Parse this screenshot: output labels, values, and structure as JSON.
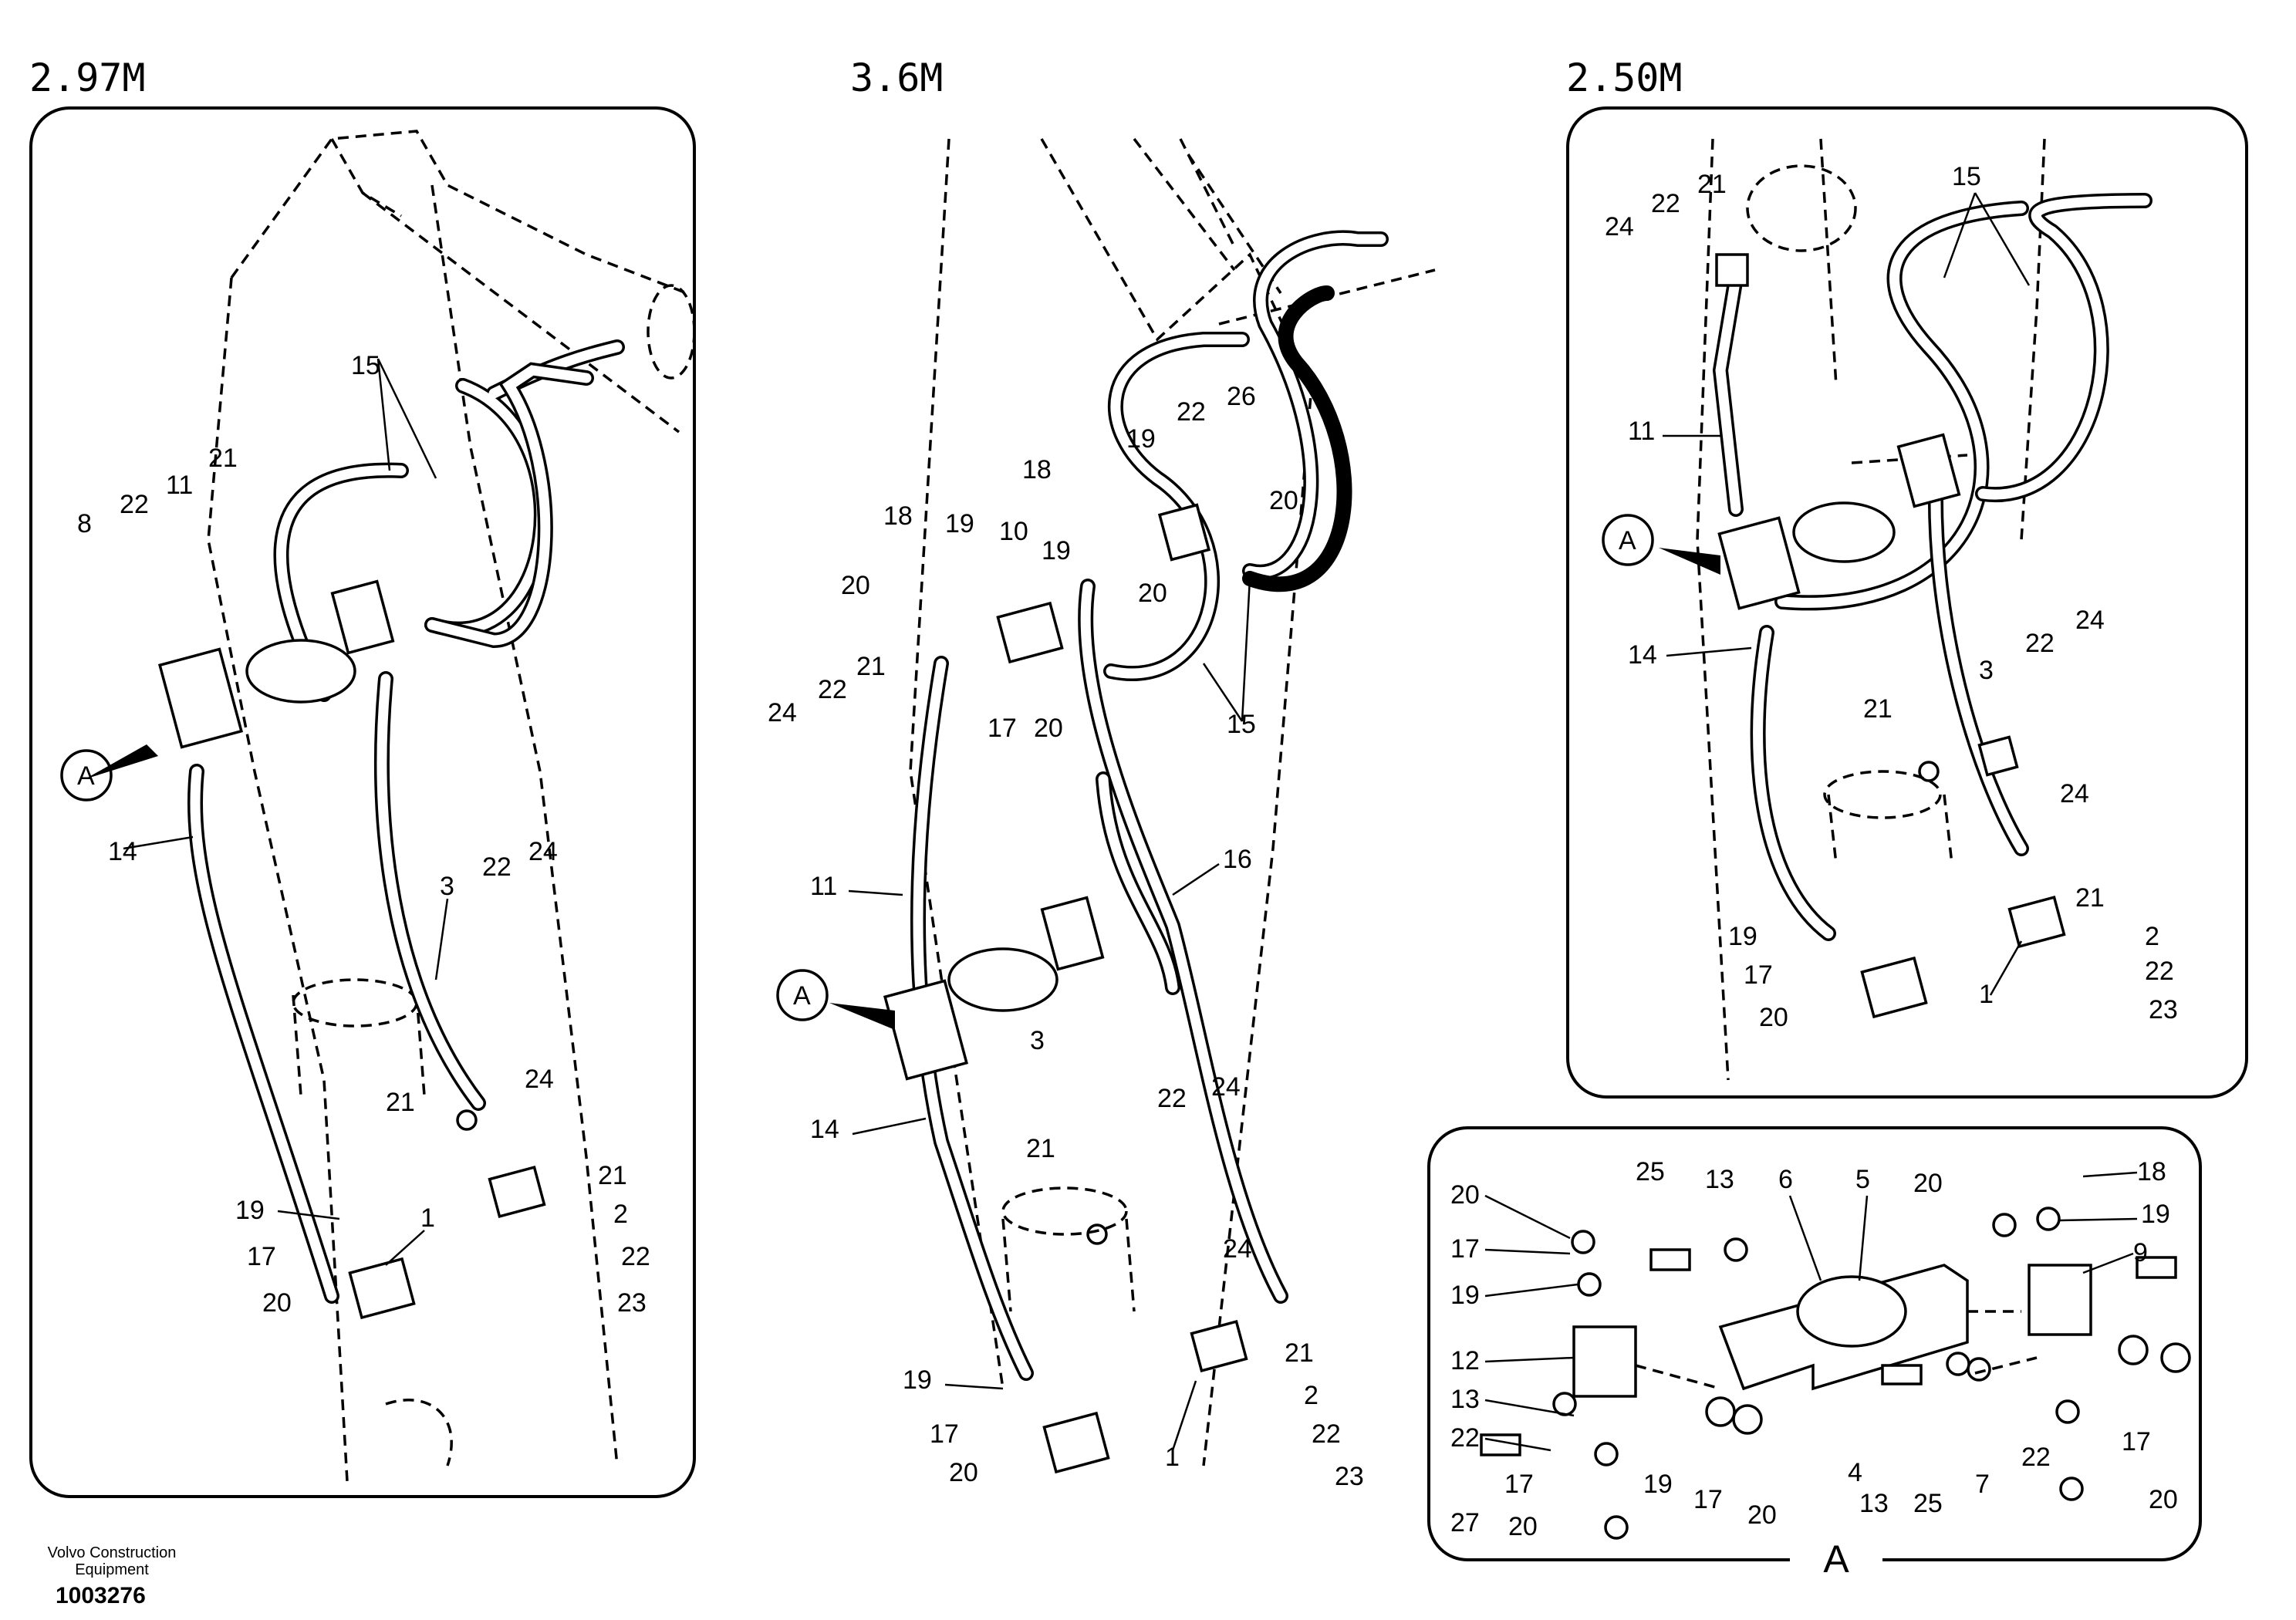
{
  "titles": {
    "left": "2.97M",
    "middle": "3.6M",
    "right": "2.50M"
  },
  "footer": {
    "company_line1": "Volvo Construction",
    "company_line2": "Equipment",
    "doc_number": "1003276"
  },
  "view_a_label": "A",
  "callouts": {
    "left": {
      "A": "A",
      "n15": "15",
      "n21": "21",
      "n22": "22",
      "n11": "11",
      "n8": "8",
      "n14": "14",
      "n3": "3",
      "n22b": "22",
      "n24": "24",
      "n21b": "21",
      "n24b": "24",
      "n19": "19",
      "n1": "1",
      "n17": "17",
      "n20": "20",
      "n21c": "21",
      "n2": "2",
      "n22c": "22",
      "n23": "23"
    },
    "middle": {
      "A": "A",
      "n18": "18",
      "n19": "19",
      "n22": "22",
      "n26": "26",
      "n20": "20",
      "n18b": "18",
      "n19b": "19",
      "n10": "10",
      "n20b": "20",
      "n20c": "20",
      "n21": "21",
      "n22b": "22",
      "n24": "24",
      "n19c": "19",
      "n17": "17",
      "n20d": "20",
      "n15": "15",
      "n16": "16",
      "n11": "11",
      "n3": "3",
      "n14": "14",
      "n22c": "22",
      "n24b": "24",
      "n21b": "21",
      "n24c": "24",
      "n21c": "21",
      "n19d": "19",
      "n2": "2",
      "n17b": "17",
      "n22d": "22",
      "n20e": "20",
      "n1": "1",
      "n23": "23"
    },
    "right": {
      "A": "A",
      "n15": "15",
      "n22": "22",
      "n21": "21",
      "n24": "24",
      "n11": "11",
      "n14": "14",
      "n22b": "22",
      "n24b": "24",
      "n3": "3",
      "n21b": "21",
      "n24c": "24",
      "n19": "19",
      "n21c": "21",
      "n2": "2",
      "n17": "17",
      "n22c": "22",
      "n20": "20",
      "n1": "1",
      "n23": "23"
    },
    "detail": {
      "n20": "20",
      "n25": "25",
      "n13": "13",
      "n6": "6",
      "n5": "5",
      "n20b": "20",
      "n18": "18",
      "n17": "17",
      "n19": "19",
      "n19b": "19",
      "n9": "9",
      "n12": "12",
      "n13b": "13",
      "n22": "22",
      "n4": "4",
      "n13c": "13",
      "n25b": "25",
      "n7": "7",
      "n22b": "22",
      "n17b": "17",
      "n19c": "19",
      "n17c": "17",
      "n20c": "20",
      "n27": "27",
      "n17d": "17",
      "n20d": "20",
      "n20e": "20"
    }
  }
}
